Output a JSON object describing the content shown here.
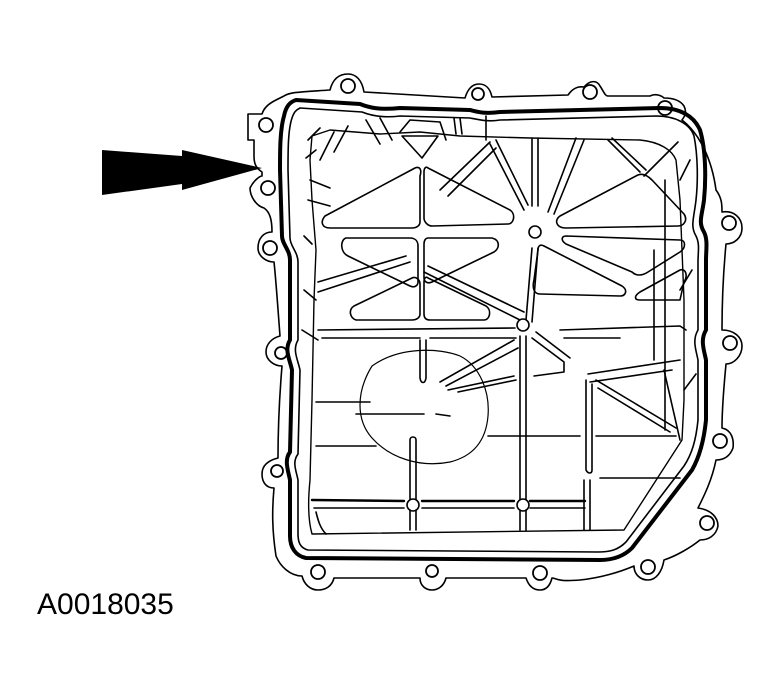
{
  "figure": {
    "id_label": "A0018035",
    "subject": "transmission-oil-pan-with-gasket",
    "colors": {
      "line": "#000000",
      "background": "#ffffff"
    }
  },
  "callouts": [
    {
      "type": "arrow",
      "direction": "right",
      "style": "double-chevron",
      "points_to": "pan-gasket-left-edge"
    }
  ],
  "chart_data": null
}
